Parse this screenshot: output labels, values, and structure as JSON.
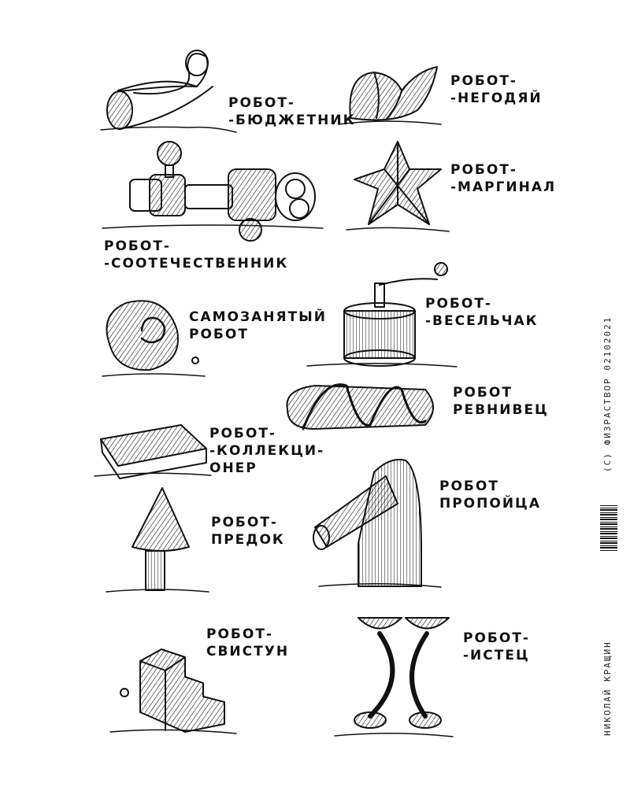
{
  "labels": {
    "byudzhetnik": [
      "РОБОТ-",
      "-БЮДЖЕТНИК"
    ],
    "negodyay": [
      "РОБОТ-",
      "-НЕГОДЯЙ"
    ],
    "marginal": [
      "РОБОТ-",
      "-МАРГИНАЛ"
    ],
    "sootechestvennik": [
      "РОБОТ-",
      "-СООТЕЧЕСТВЕННИК"
    ],
    "samozanyatyy": [
      "САМОЗАНЯТЫЙ",
      "РОБОТ"
    ],
    "veselchak": [
      "РОБОТ-",
      "-ВЕСЕЛЬЧАК"
    ],
    "revnivets": [
      "РОБОТ",
      "РЕВНИВЕЦ"
    ],
    "kollektsioner": [
      "РОБОТ-",
      "-КОЛЛЕКЦИ-",
      "ОНЕР"
    ],
    "propoytsa": [
      "РОБОТ",
      "ПРОПОЙЦА"
    ],
    "predok": [
      "РОБОТ-",
      "ПРЕДОК"
    ],
    "svistun": [
      "РОБОТ-",
      "СВИСТУН"
    ],
    "istets": [
      "РОБОТ-",
      "-ИСТЕЦ"
    ]
  },
  "side_text": {
    "copyright": "(C) ФИЗРАСТВОР 02102021",
    "author": "НИКОЛАЙ КРАЩИН"
  }
}
